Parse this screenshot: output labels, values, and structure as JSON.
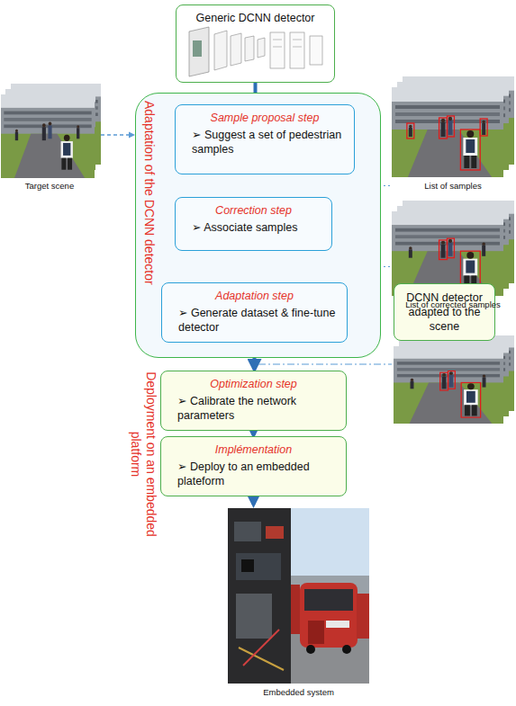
{
  "diagram": {
    "nodes": [
      {
        "text": [
          "Generic DCNN detector"
        ]
      },
      {
        "text": [
          "Adaptation of the DCNN detector"
        ]
      },
      {
        "text": [
          "Sample proposal step",
          "➢ Suggest a set of pedestrian samples"
        ],
        "in": 1
      },
      {
        "text": [
          "Correction step",
          "➢ Associate samples"
        ],
        "in": 1
      },
      {
        "text": [
          "Adaptation step",
          "➢ Generate dataset & fine-tune detector"
        ],
        "in": 1
      },
      {
        "text": [
          "DCNN detector adapted to the scene"
        ]
      },
      {
        "text": [
          "Optimization step",
          "➢ Calibrate the network parameters"
        ]
      },
      {
        "text": [
          "Implémentation",
          "➢ Deploy to an embedded plateform"
        ]
      }
    ],
    "edges": [
      {
        "from": 0,
        "to": 2,
        "arrow": "to"
      },
      {
        "from": 2,
        "to": 3,
        "arrow": "to"
      },
      {
        "from": 3,
        "to": 4,
        "arrow": "to"
      },
      {
        "from": 4,
        "to": 6,
        "arrow": "to"
      },
      {
        "from": 6,
        "to": 7,
        "arrow": "to"
      }
    ],
    "labels": [
      "Target scene",
      "List of samples",
      "List of corrected samples",
      "Deployment on an embedded platform",
      "Embedded system"
    ]
  }
}
